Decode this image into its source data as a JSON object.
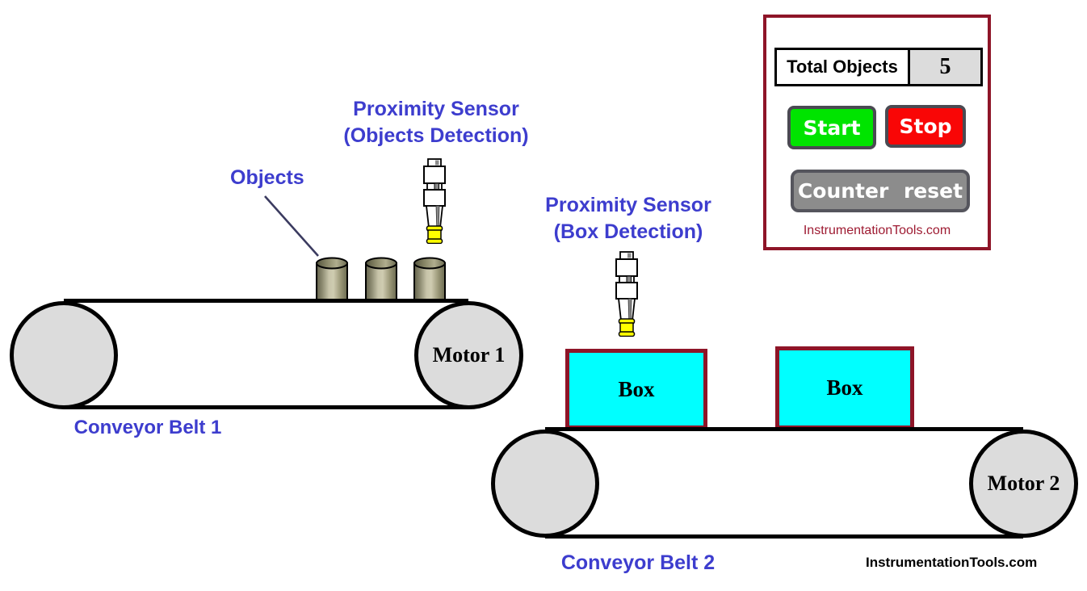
{
  "colors": {
    "label_blue": "#3D3DCE",
    "maroon": "#8E1528",
    "panel_caption_red": "#9E1B32",
    "cyan": "#00FFFF",
    "green": "#00E400",
    "red": "#F90606",
    "button_gray": "#8C8C8C",
    "roller_gray": "#DCDCDC"
  },
  "control_panel": {
    "counter": {
      "label": "Total Objects",
      "value": "5"
    },
    "buttons": {
      "start": "Start",
      "stop": "Stop",
      "reset": "Counter reset"
    },
    "caption": "InstrumentationTools.com"
  },
  "belt1": {
    "caption": "Conveyor Belt 1",
    "motor": "Motor 1",
    "objects_label": "Objects",
    "sensor_line1": "Proximity Sensor",
    "sensor_line2": "(Objects Detection)",
    "object_count_on_belt": 3
  },
  "belt2": {
    "caption": "Conveyor Belt 2",
    "motor": "Motor 2",
    "sensor_line1": "Proximity Sensor",
    "sensor_line2": "(Box Detection)",
    "box1": "Box",
    "box2": "Box"
  },
  "watermark": "InstrumentationTools.com"
}
